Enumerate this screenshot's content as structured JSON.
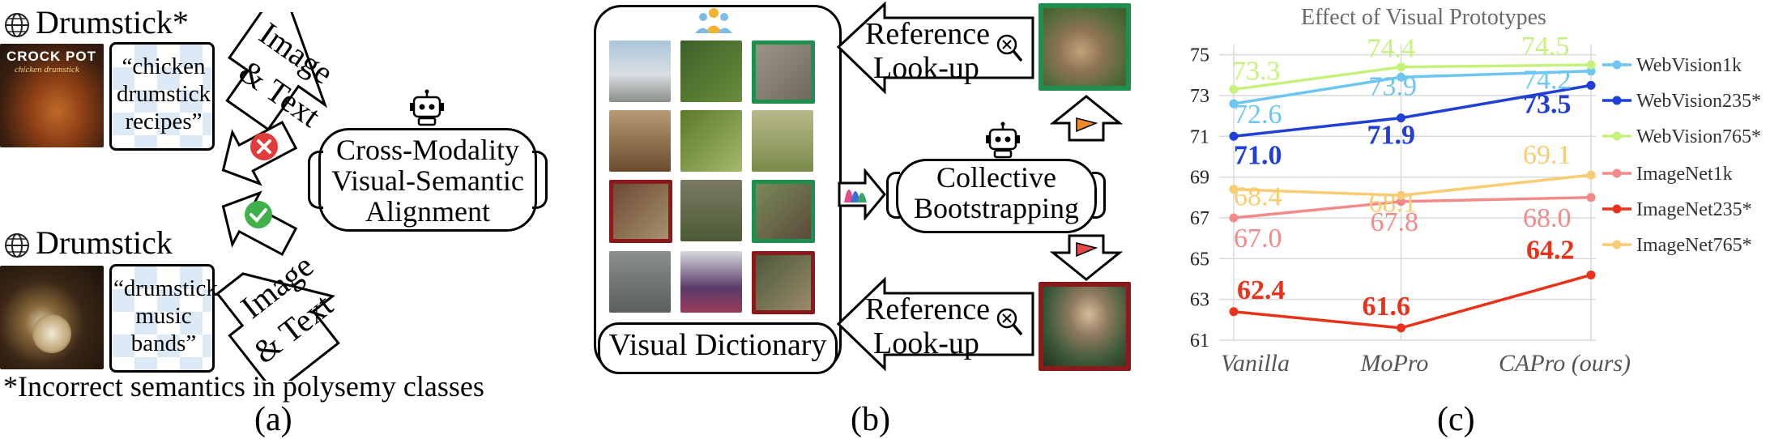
{
  "panel_a": {
    "top_class": "Drumstick*",
    "top_query": [
      "“chicken",
      "drumstick",
      "recipes”"
    ],
    "crock_pot_label": "CROCK POT",
    "crock_pot_sub": "chicken drumstick",
    "bottom_class": "Drumstick",
    "bottom_query": [
      "“drumstick",
      "music",
      "bands”"
    ],
    "arrow_label_top": [
      "Image",
      "& Text"
    ],
    "arrow_label_bottom": [
      "Image",
      "& Text"
    ],
    "alignment_box": [
      "Cross-Modality",
      "Visual-Semantic",
      "Alignment"
    ],
    "footnote": "*Incorrect semantics in polysemy classes",
    "caption": "(a)"
  },
  "panel_b": {
    "dictionary_label": "Visual Dictionary",
    "lookup_top": [
      "Reference",
      "Look-up"
    ],
    "lookup_bottom": [
      "Reference",
      "Look-up"
    ],
    "bootstrap_box": [
      "Collective",
      "Bootstrapping"
    ],
    "caption": "(b)"
  },
  "panel_c": {
    "caption": "(c)",
    "colors": {
      "WebVision1k": "#6cc6f0",
      "WebVision235*": "#1f3fd6",
      "WebVision765*": "#c5f27a",
      "ImageNet1k": "#f28a8a",
      "ImageNet235*": "#e8321a",
      "ImageNet765*": "#f8cc72"
    }
  },
  "chart_data": {
    "type": "line",
    "title": "Effect of Visual Prototypes",
    "categories": [
      "Vanilla",
      "MoPro",
      "CAPro (ours)"
    ],
    "ylim": [
      61,
      75.5
    ],
    "yticks": [
      61,
      63,
      65,
      67,
      69,
      71,
      73,
      75
    ],
    "grid": true,
    "legend": "right",
    "series": [
      {
        "name": "WebVision1k",
        "values": [
          72.6,
          73.9,
          74.2
        ]
      },
      {
        "name": "WebVision235*",
        "values": [
          71.0,
          71.9,
          73.5
        ]
      },
      {
        "name": "WebVision765*",
        "values": [
          73.3,
          74.4,
          74.5
        ]
      },
      {
        "name": "ImageNet1k",
        "values": [
          67.0,
          67.8,
          68.0
        ]
      },
      {
        "name": "ImageNet235*",
        "values": [
          62.4,
          61.6,
          64.2
        ]
      },
      {
        "name": "ImageNet765*",
        "values": [
          68.4,
          68.1,
          69.1
        ]
      }
    ],
    "data_labels": [
      {
        "text": "73.3",
        "series": "WebVision765*"
      },
      {
        "text": "74.4",
        "series": "WebVision765*"
      },
      {
        "text": "74.5",
        "series": "WebVision765*"
      },
      {
        "text": "72.6",
        "series": "WebVision1k"
      },
      {
        "text": "73.9",
        "series": "WebVision1k"
      },
      {
        "text": "74.2",
        "series": "WebVision1k"
      },
      {
        "text": "71.0",
        "series": "WebVision235*"
      },
      {
        "text": "71.9",
        "series": "WebVision235*"
      },
      {
        "text": "73.5",
        "series": "WebVision235*"
      },
      {
        "text": "68.4",
        "series": "ImageNet765*"
      },
      {
        "text": "68.1",
        "series": "ImageNet765*"
      },
      {
        "text": "69.1",
        "series": "ImageNet765*"
      },
      {
        "text": "67.0",
        "series": "ImageNet1k"
      },
      {
        "text": "67.8",
        "series": "ImageNet1k"
      },
      {
        "text": "68.0",
        "series": "ImageNet1k"
      },
      {
        "text": "62.4",
        "series": "ImageNet235*"
      },
      {
        "text": "61.6",
        "series": "ImageNet235*"
      },
      {
        "text": "64.2",
        "series": "ImageNet235*"
      }
    ]
  }
}
